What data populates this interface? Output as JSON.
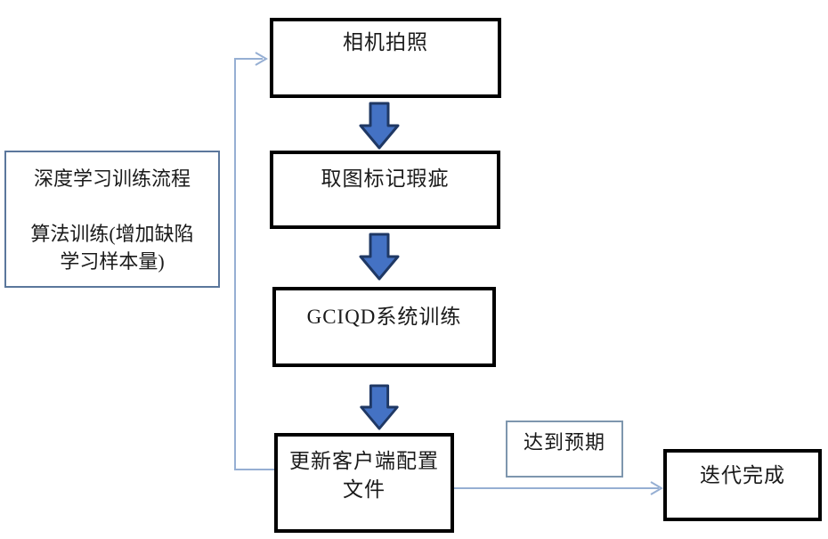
{
  "diagram": {
    "title_note": {
      "lines": [
        "深度学习训练流程",
        "",
        "算法训练(增加缺陷",
        "学习样本量)"
      ]
    },
    "nodes": {
      "camera": {
        "label": "相机拍照"
      },
      "mark_defects": {
        "label": "取图标记瑕疵"
      },
      "system_training": {
        "label": "GCIQD系统训练"
      },
      "update_config": {
        "label_line1": "更新客户端配置",
        "label_line2": "文件"
      },
      "iteration_complete": {
        "label": "迭代完成"
      }
    },
    "edges": {
      "expectation_label": "达到预期"
    }
  },
  "colors": {
    "background": "#ffffff",
    "process_box_border": "#000000",
    "info_box_border": "#5b779c",
    "edge_label_border": "#7e96ae",
    "block_arrow_fill": "#4472c4",
    "block_arrow_stroke": "#1f3864",
    "connector_line": "#96afd3",
    "text": "#1a1a1a"
  }
}
